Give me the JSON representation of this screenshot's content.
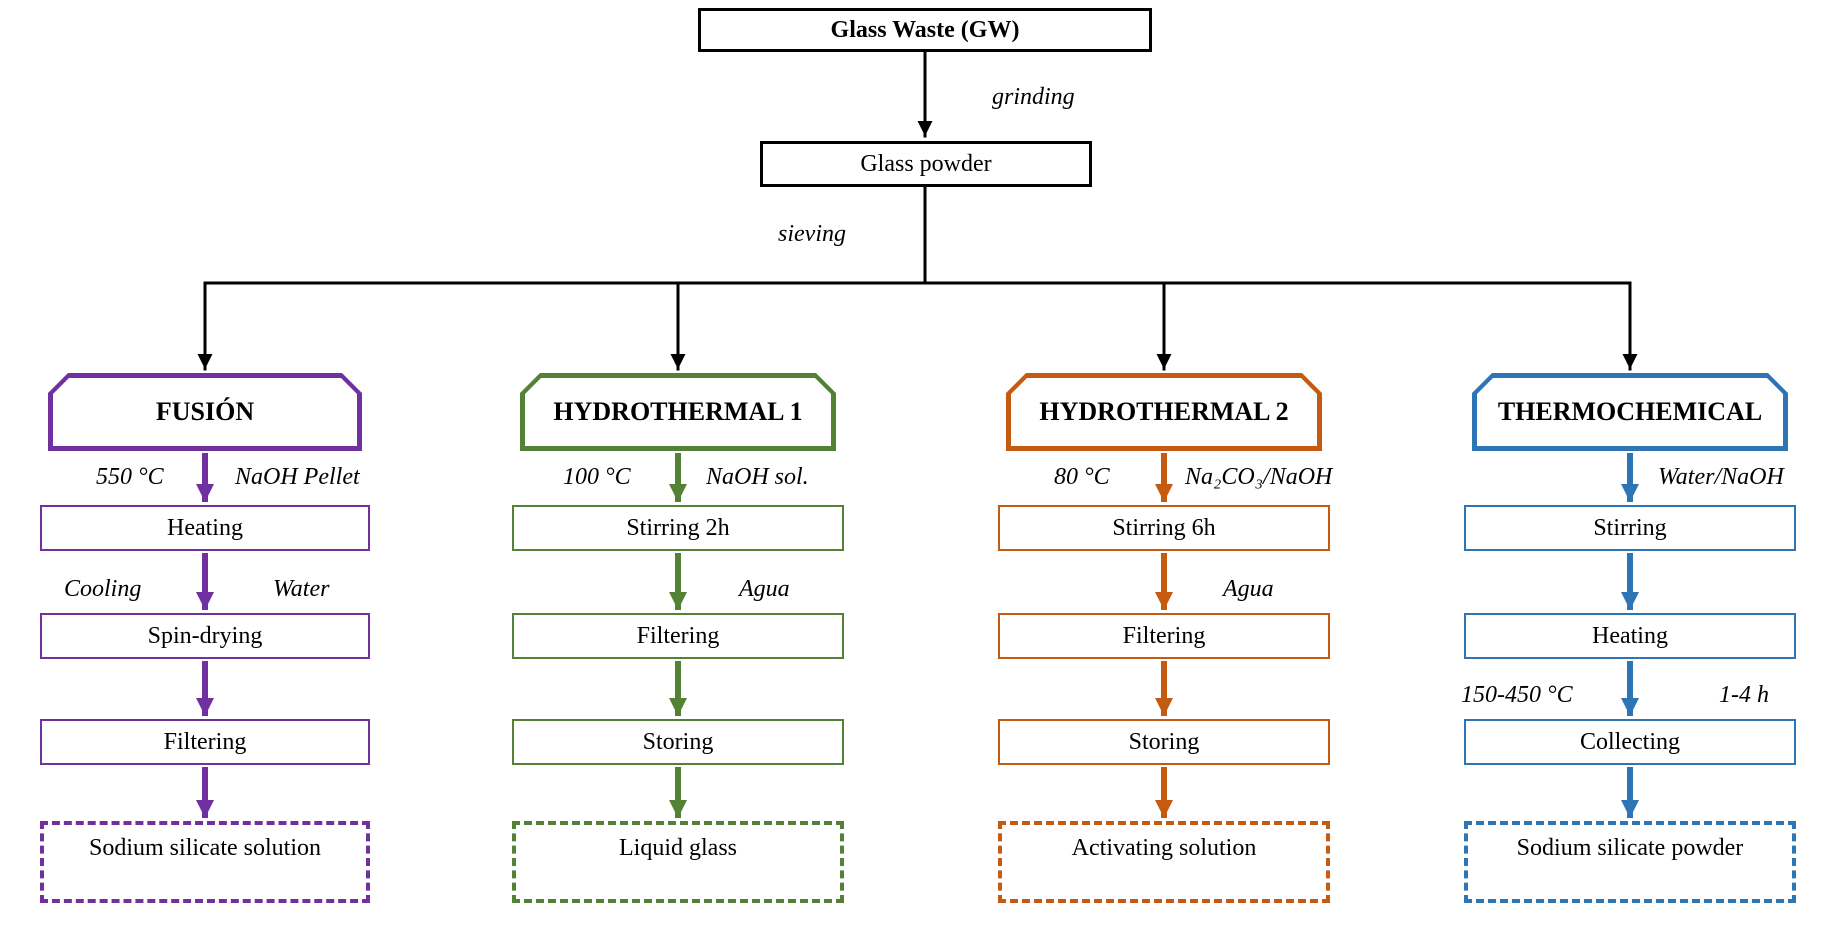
{
  "colors": {
    "black": "#000000",
    "purple": "#7030A0",
    "green": "#538135",
    "orange": "#C55A11",
    "blue": "#2E75B6"
  },
  "flow": {
    "source": "Glass Waste (GW)",
    "grinding": "grinding",
    "powder": "Glass powder",
    "sieving": "sieving"
  },
  "columns": [
    {
      "title": "FUSIÓN",
      "steps": [
        "Heating",
        "Spin-drying",
        "Filtering"
      ],
      "output": "Sodium silicate solution",
      "labels": {
        "temp": "550 °C",
        "reagent": "NaOH Pellet",
        "cooling": "Cooling",
        "water": "Water"
      }
    },
    {
      "title": "HYDROTHERMAL 1",
      "steps": [
        "Stirring 2h",
        "Filtering",
        "Storing"
      ],
      "output": "Liquid glass",
      "labels": {
        "temp": "100 °C",
        "reagent": "NaOH sol.",
        "wash": "Agua"
      }
    },
    {
      "title": "HYDROTHERMAL 2",
      "steps": [
        "Stirring 6h",
        "Filtering",
        "Storing"
      ],
      "output": "Activating solution",
      "labels": {
        "temp": "80 °C",
        "reagent": "Na₂CO₃/NaOH",
        "wash": "Agua"
      }
    },
    {
      "title": "THERMOCHEMICAL",
      "steps": [
        "Stirring",
        "Heating",
        "Collecting"
      ],
      "output": "Sodium silicate powder",
      "labels": {
        "reagent": "Water/NaOH",
        "temp": "150-450 °C",
        "time": "1-4 h"
      }
    }
  ]
}
